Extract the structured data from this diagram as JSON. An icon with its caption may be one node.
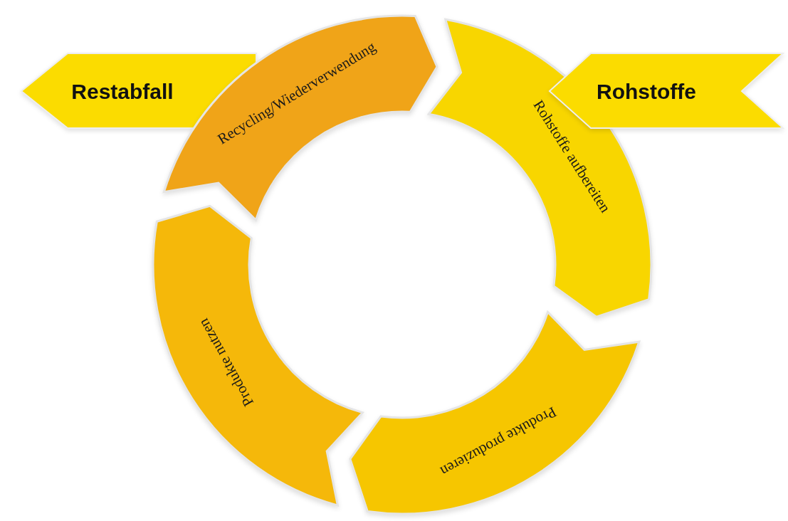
{
  "diagram": {
    "nodes": [
      {
        "text": [
          "Restabfall"
        ]
      },
      {
        "text": [
          "Recycling/Wiederverwendung"
        ]
      },
      {
        "text": [
          "Rohstoffe aufbereiten"
        ]
      },
      {
        "text": [
          "Rohstoffe"
        ]
      },
      {
        "text": [
          "Produkte produzieren"
        ]
      },
      {
        "text": [
          "Produkte nutzen"
        ]
      }
    ]
  }
}
